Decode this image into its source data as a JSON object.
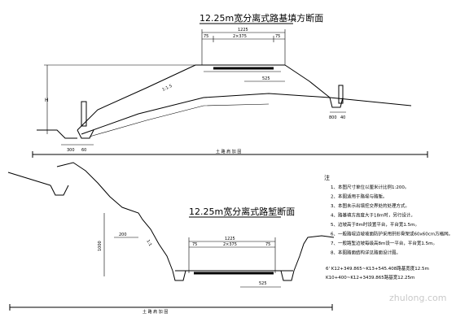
{
  "sections": {
    "fill": {
      "title": "12.25m宽分离式路基填方断面",
      "width_total": "1225",
      "width_lane": "2×375",
      "shoulder_left": "75",
      "shoulder_right": "75",
      "slope_dim": "525",
      "height_label": "H",
      "ditch_width": "800",
      "ditch_depth": "40",
      "ditch_left_width": "300",
      "ditch_left_depth": "60",
      "footnote": "土 路 肩 加 固",
      "slope_ratio": "1:1.5"
    },
    "cut": {
      "title": "12.25m宽分离式路堑断面",
      "width_total": "1225",
      "width_lane": "2×375",
      "shoulder_left": "75",
      "shoulder_right": "75",
      "slope_dim": "525",
      "height_label": "1000",
      "bench_width": "200",
      "footnote": "土 路 肩 加 固",
      "slope_ratio": "1:1"
    }
  },
  "notes": {
    "header": "注",
    "items": [
      "1、本图尺寸单位以厘米计比例1:200。",
      "2、本图适用于路堤与路堑。",
      "3、本图未示出填挖交界处的处理方式。",
      "4、路基填方高度大于18m时，另行设计。",
      "5、边坡高于8m时设置平台，平台宽1.5m。",
      "6、一般路堤边坡坡面防护采用拱形骨架或60x60cm方格网。",
      "7、一般路堑边坡每级高8m设一平台，平台宽1.5m。",
      "8、本图路面结构详见路面设计图。"
    ],
    "stations": [
      "6' K12+349.865~K13+545.408路基宽度12.5m",
      "K10+400~K12+3439.865路基宽12.25m"
    ]
  },
  "watermark": "zhulong.com"
}
